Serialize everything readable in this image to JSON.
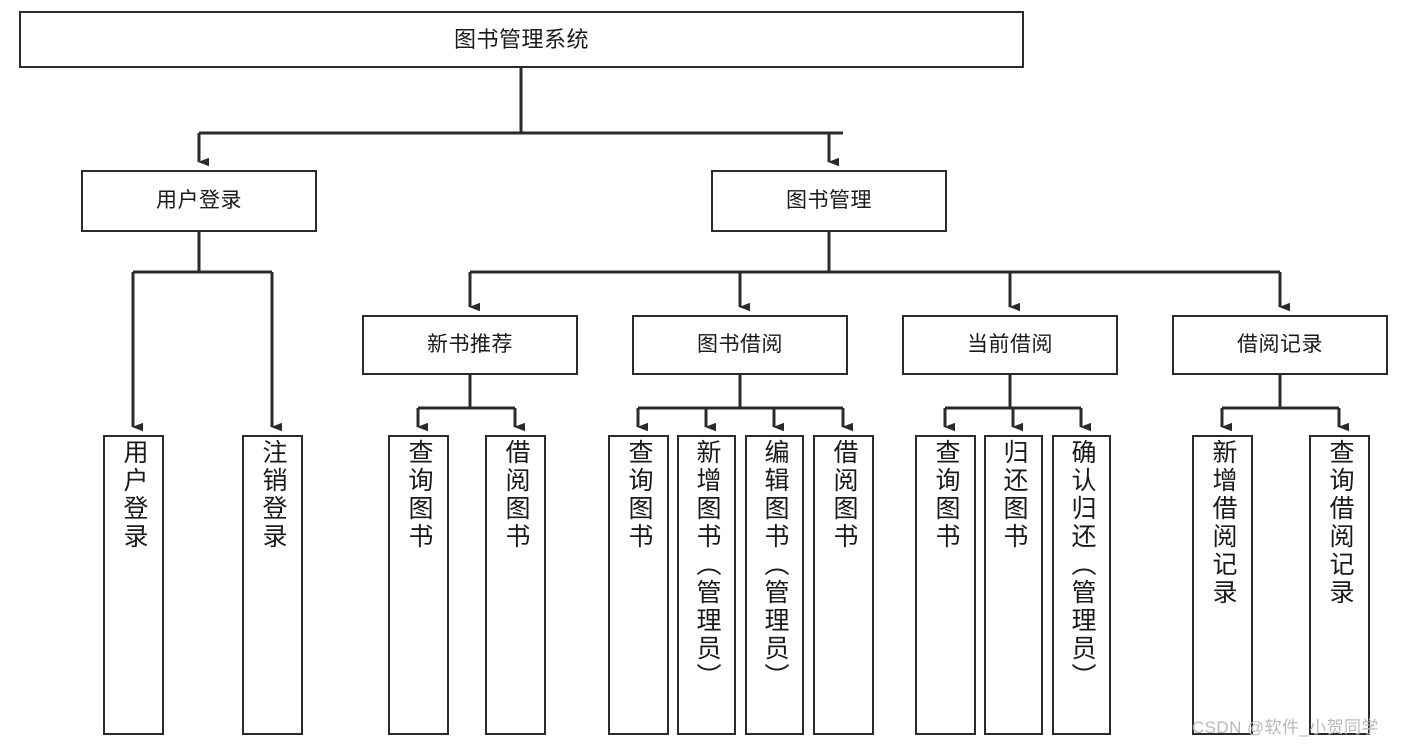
{
  "diagram": {
    "title": "图书管理系统",
    "type": "hierarchy-tree",
    "watermark": "CSDN @软件_小贺同学",
    "colors": {
      "node_border": "#2b2b2b",
      "node_fill": "#ffffff",
      "connector": "#2b2b2b",
      "text": "#1a1a1a",
      "watermark": "#b9b9b9",
      "background": "#ffffff"
    },
    "levels": {
      "level1": [
        {
          "id": "root",
          "label": "图书管理系统"
        }
      ],
      "level2": [
        {
          "id": "user-login",
          "label": "用户登录",
          "parent": "root"
        },
        {
          "id": "book-manage",
          "label": "图书管理",
          "parent": "root"
        }
      ],
      "level3": [
        {
          "id": "new-book-rec",
          "label": "新书推荐",
          "parent": "book-manage"
        },
        {
          "id": "book-borrow",
          "label": "图书借阅",
          "parent": "book-manage"
        },
        {
          "id": "current-borrow",
          "label": "当前借阅",
          "parent": "book-manage"
        },
        {
          "id": "borrow-record",
          "label": "借阅记录",
          "parent": "book-manage"
        }
      ],
      "level4": [
        {
          "id": "leaf-user-login",
          "label": "用户登录",
          "parent": "user-login"
        },
        {
          "id": "leaf-user-logout",
          "label": "注销登录",
          "parent": "user-login"
        },
        {
          "id": "leaf-query-book-1",
          "label": "查询图书",
          "parent": "new-book-rec"
        },
        {
          "id": "leaf-borrow-book-1",
          "label": "借阅图书",
          "parent": "new-book-rec"
        },
        {
          "id": "leaf-query-book-2",
          "label": "查询图书",
          "parent": "book-borrow"
        },
        {
          "id": "leaf-add-book",
          "label": "新增图书（管理员）",
          "parent": "book-borrow"
        },
        {
          "id": "leaf-edit-book",
          "label": "编辑图书（管理员）",
          "parent": "book-borrow"
        },
        {
          "id": "leaf-borrow-book-2",
          "label": "借阅图书",
          "parent": "book-borrow"
        },
        {
          "id": "leaf-query-book-3",
          "label": "查询图书",
          "parent": "current-borrow"
        },
        {
          "id": "leaf-return-book",
          "label": "归还图书",
          "parent": "current-borrow"
        },
        {
          "id": "leaf-confirm-return",
          "label": "确认归还（管理员）",
          "parent": "current-borrow"
        },
        {
          "id": "leaf-add-record",
          "label": "新增借阅记录",
          "parent": "borrow-record"
        },
        {
          "id": "leaf-query-record",
          "label": "查询借阅记录",
          "parent": "borrow-record"
        }
      ]
    }
  }
}
